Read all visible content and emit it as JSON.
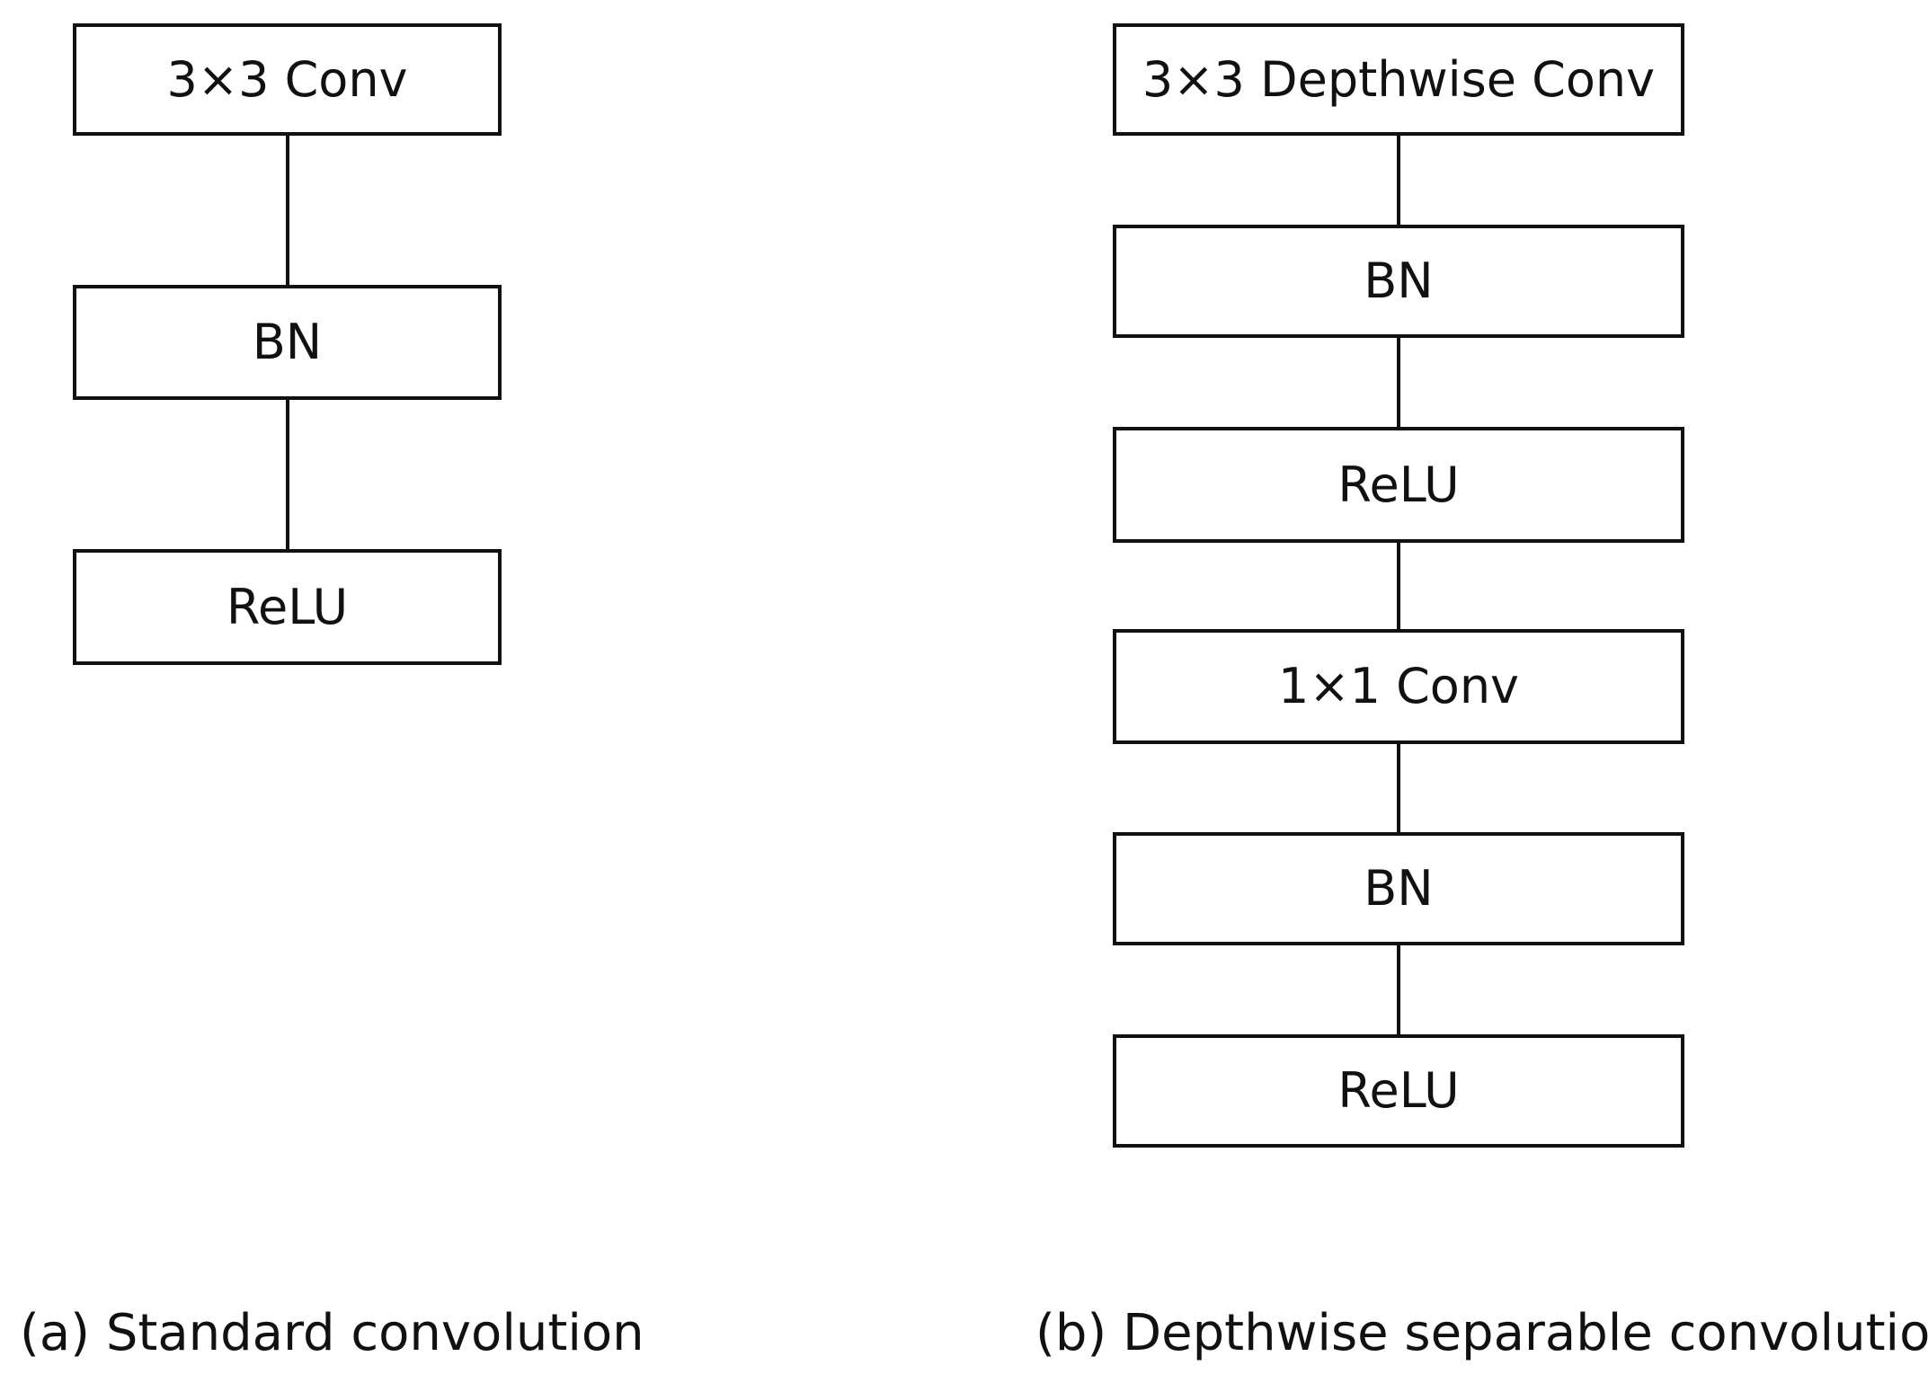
{
  "diagram_a": {
    "caption": "(a) Standard convolution",
    "blocks": [
      "3×3 Conv",
      "BN",
      "ReLU"
    ]
  },
  "diagram_b": {
    "caption": "(b) Depthwise separable convolution",
    "blocks": [
      "3×3 Depthwise Conv",
      "BN",
      "ReLU",
      "1×1 Conv",
      "BN",
      "ReLU"
    ]
  }
}
